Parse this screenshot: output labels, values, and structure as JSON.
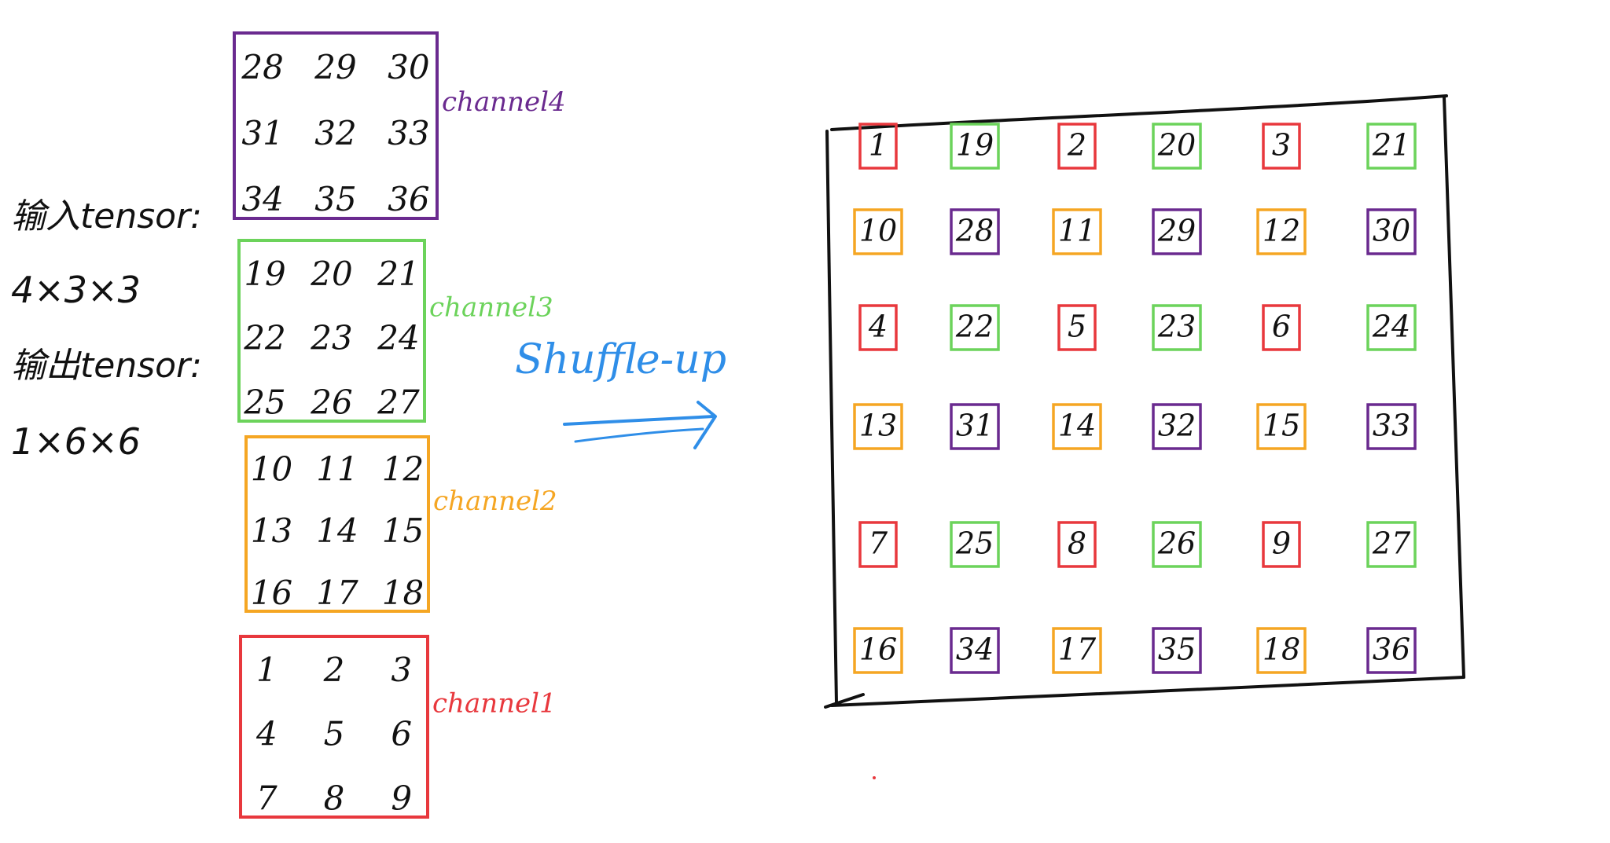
{
  "legend": {
    "input_label": "输入tensor:",
    "input_shape": "4×3×3",
    "output_label": "输出tensor:",
    "output_shape": "1×6×6"
  },
  "arrow_label": "Shuffle-up",
  "colors": {
    "channel1": "#e8383d",
    "channel2": "#f5a623",
    "channel3": "#6cd35b",
    "channel4": "#6a2a8f",
    "arrow": "#2f8ee8",
    "ink": "#111111"
  },
  "channels": [
    {
      "id": "channel4",
      "label": "channel4",
      "color_key": "channel4",
      "values": [
        [
          28,
          29,
          30
        ],
        [
          31,
          32,
          33
        ],
        [
          34,
          35,
          36
        ]
      ]
    },
    {
      "id": "channel3",
      "label": "channel3",
      "color_key": "channel3",
      "values": [
        [
          19,
          20,
          21
        ],
        [
          22,
          23,
          24
        ],
        [
          25,
          26,
          27
        ]
      ]
    },
    {
      "id": "channel2",
      "label": "channel2",
      "color_key": "channel2",
      "values": [
        [
          10,
          11,
          12
        ],
        [
          13,
          14,
          15
        ],
        [
          16,
          17,
          18
        ]
      ]
    },
    {
      "id": "channel1",
      "label": "channel1",
      "color_key": "channel1",
      "values": [
        [
          1,
          2,
          3
        ],
        [
          4,
          5,
          6
        ],
        [
          7,
          8,
          9
        ]
      ]
    }
  ],
  "output_grid": [
    [
      {
        "v": 1,
        "c": "channel1"
      },
      {
        "v": 19,
        "c": "channel3"
      },
      {
        "v": 2,
        "c": "channel1"
      },
      {
        "v": 20,
        "c": "channel3"
      },
      {
        "v": 3,
        "c": "channel1"
      },
      {
        "v": 21,
        "c": "channel3"
      }
    ],
    [
      {
        "v": 10,
        "c": "channel2"
      },
      {
        "v": 28,
        "c": "channel4"
      },
      {
        "v": 11,
        "c": "channel2"
      },
      {
        "v": 29,
        "c": "channel4"
      },
      {
        "v": 12,
        "c": "channel2"
      },
      {
        "v": 30,
        "c": "channel4"
      }
    ],
    [
      {
        "v": 4,
        "c": "channel1"
      },
      {
        "v": 22,
        "c": "channel3"
      },
      {
        "v": 5,
        "c": "channel1"
      },
      {
        "v": 23,
        "c": "channel3"
      },
      {
        "v": 6,
        "c": "channel1"
      },
      {
        "v": 24,
        "c": "channel3"
      }
    ],
    [
      {
        "v": 13,
        "c": "channel2"
      },
      {
        "v": 31,
        "c": "channel4"
      },
      {
        "v": 14,
        "c": "channel2"
      },
      {
        "v": 32,
        "c": "channel4"
      },
      {
        "v": 15,
        "c": "channel2"
      },
      {
        "v": 33,
        "c": "channel4"
      }
    ],
    [
      {
        "v": 7,
        "c": "channel1"
      },
      {
        "v": 25,
        "c": "channel3"
      },
      {
        "v": 8,
        "c": "channel1"
      },
      {
        "v": 26,
        "c": "channel3"
      },
      {
        "v": 9,
        "c": "channel1"
      },
      {
        "v": 27,
        "c": "channel3"
      }
    ],
    [
      {
        "v": 16,
        "c": "channel2"
      },
      {
        "v": 34,
        "c": "channel4"
      },
      {
        "v": 17,
        "c": "channel2"
      },
      {
        "v": 35,
        "c": "channel4"
      },
      {
        "v": 18,
        "c": "channel2"
      },
      {
        "v": 36,
        "c": "channel4"
      }
    ]
  ]
}
